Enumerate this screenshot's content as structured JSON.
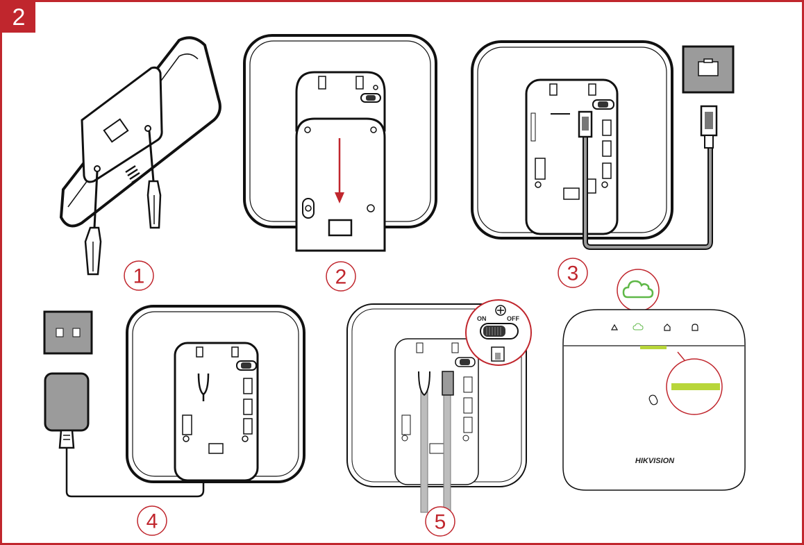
{
  "badge": {
    "number": "2"
  },
  "steps": [
    {
      "label": "1"
    },
    {
      "label": "2"
    },
    {
      "label": "3"
    },
    {
      "label": "4"
    },
    {
      "label": "5"
    }
  ],
  "switch": {
    "on_label": "ON",
    "off_label": "OFF"
  },
  "device": {
    "brand": "HIKVISION"
  },
  "icons": {
    "step1": [
      "screwdriver-icon"
    ],
    "step2": [
      "slide-down-arrow-icon"
    ],
    "step3": [
      "ethernet-port-icon",
      "ethernet-cable-icon"
    ],
    "step4": [
      "power-socket-icon",
      "power-adapter-icon"
    ],
    "step5": [
      "power-switch-icon"
    ],
    "panel": [
      "warning-icon",
      "cloud-icon",
      "home-icon",
      "alarm-icon",
      "tamper-icon"
    ]
  },
  "colors": {
    "accent": "#c0262d",
    "cloud": "#5fb848",
    "led": "#b8d63a"
  }
}
